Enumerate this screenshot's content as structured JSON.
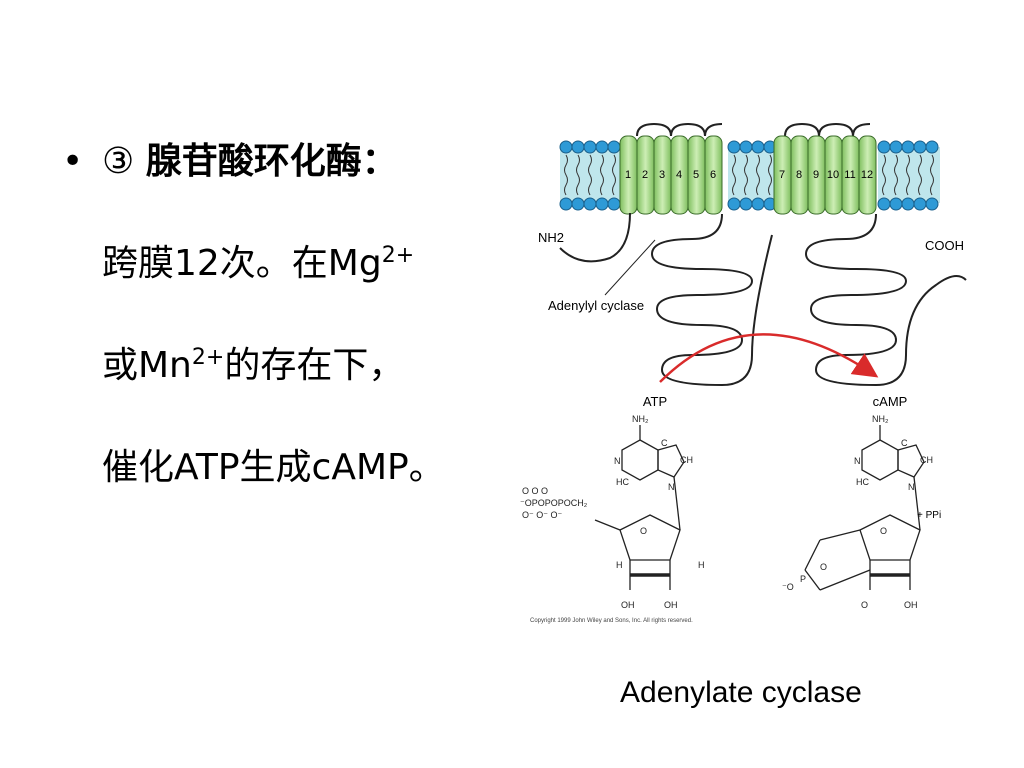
{
  "bullet": {
    "marker": "•",
    "line1_num": "③",
    "line1_title": "腺苷酸环化酶：",
    "line2_a": "跨膜12次。在Mg",
    "line2_sup": "2+",
    "line3_a": "或Mn",
    "line3_sup": "2+",
    "line3_b": "的存在下，",
    "line4": "催化ATP生成cAMP。"
  },
  "figure": {
    "segments_left": [
      "1",
      "2",
      "3",
      "4",
      "5",
      "6"
    ],
    "segments_right": [
      "7",
      "8",
      "9",
      "10",
      "11",
      "12"
    ],
    "n_terminus": "NH2",
    "c_terminus": "COOH",
    "enzyme_label": "Adenylyl cyclase",
    "substrate_label": "ATP",
    "product_label": "cAMP",
    "byproduct": "+ PPi",
    "copyright": "Copyright 1999 John Wiley and Sons, Inc. All rights reserved."
  },
  "caption": "Adenylate cyclase",
  "colors": {
    "lipid_head": "#2e9ad6",
    "helix": "#a6d88a",
    "arrow": "#d92b2b"
  }
}
